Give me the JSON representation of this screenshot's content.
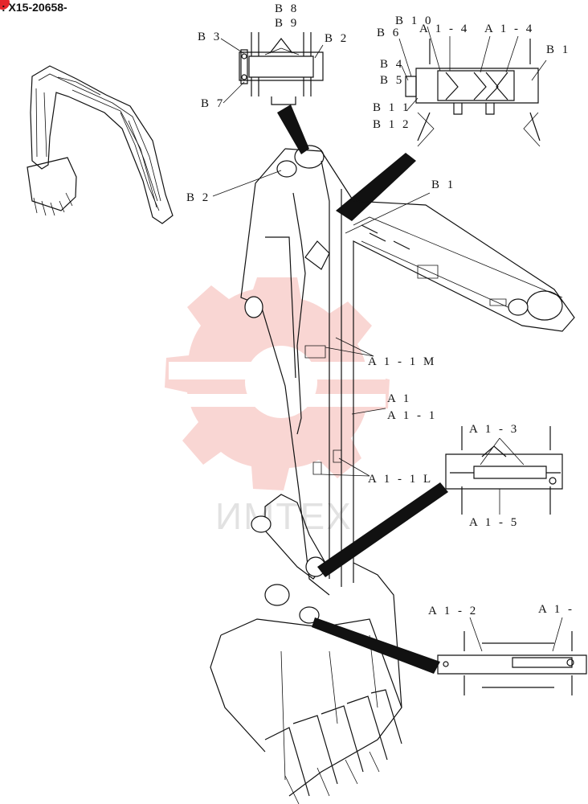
{
  "header": {
    "document_id": ": X15-20658-",
    "brand_color": "#e5242b"
  },
  "watermark": {
    "text": "ИМТЕХ",
    "color": "#f5b5b0"
  },
  "callouts": {
    "top_center": {
      "b8": "B 8",
      "b9": "B 9",
      "b3": "B 3",
      "b2": "B 2",
      "b7": "B 7"
    },
    "top_right": {
      "b10": "B 1 0",
      "a1_4_left": "A 1 - 4",
      "a1_4_right": "A 1 - 4",
      "b6": "B 6",
      "b1": "B 1",
      "b4": "B 4",
      "b5": "B 5",
      "b11": "B 1 1",
      "b12": "B 1 2"
    },
    "main": {
      "b2": "B 2",
      "b1": "B 1",
      "a1_1m": "A 1 - 1 M",
      "a1": "A 1",
      "a1_1": "A 1 - 1",
      "a1_1l": "A 1 - 1 L"
    },
    "right_middle": {
      "a1_3": "A 1 - 3",
      "a1_5": "A 1 - 5"
    },
    "bottom_right": {
      "a1_2": "A 1 - 2",
      "a1_cut": "A 1 -"
    }
  }
}
